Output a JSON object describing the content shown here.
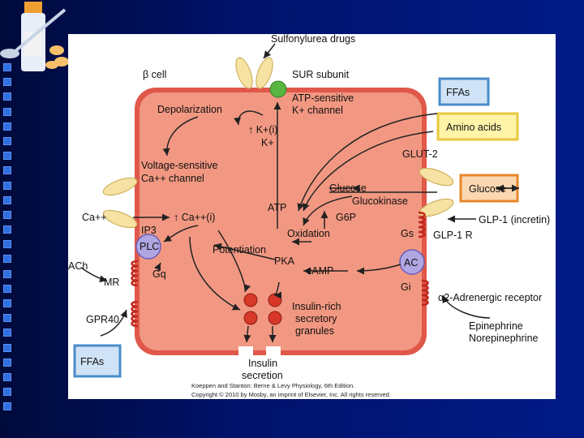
{
  "slide": {
    "background": "#00126a",
    "square_color": "#2f6fe0"
  },
  "icons": [
    "medicine-bottle-icon",
    "pills-icon",
    "spoon-icon"
  ],
  "diagram": {
    "top_label": "Sulfonylurea drugs",
    "cell_label": "β cell",
    "sur_subunit": "SUR subunit",
    "katp_line1": "ATP-sensitive",
    "katp_line2": "K+ channel",
    "depolarization": "Depolarization",
    "k_in": "↑ K+(i)",
    "k_plus": "K+",
    "vscc_line1": "Voltage-sensitive",
    "vscc_line2": "Ca++ channel",
    "atp": "ATP",
    "glucose_in": "Glucose",
    "glucokinase": "Glucokinase",
    "g6p": "G6P",
    "oxidation": "Oxidation",
    "glut2": "GLUT-2",
    "ffas_top": "FFAs",
    "amino_acids": "Amino acids",
    "glucose_box": "Glucose",
    "ca_out": "Ca++",
    "ca_in": "↑ Ca++(i)",
    "ip3": "IP3",
    "plc": "PLC",
    "gq": "Gq",
    "potentiation": "Potentiation",
    "pka": "PKA",
    "camp": "cAMP",
    "gs": "Gs",
    "ac": "AC",
    "gi": "Gi",
    "glp1": "GLP-1 (incretin)",
    "glp1r": "GLP-1 R",
    "alpha2": "α2-Adrenergic receptor",
    "ach": "ACh",
    "mr": "MR",
    "gpr40": "GPR40",
    "ffas_bottom": "FFAs",
    "insulin_granules_1": "Insulin-rich",
    "insulin_granules_2": "secretory",
    "insulin_granules_3": "granules",
    "insulin_secretion_1": "Insulin",
    "insulin_secretion_2": "secretion",
    "epinephrine": "Epinephrine",
    "norepinephrine": "Norepinephrine",
    "credit_1": "Koeppen and Stanton: Berne & Levy Physiology, 6th Edition.",
    "credit_2": "Copyright © 2010 by Mosby, an imprint of Elsevier, Inc. All rights reserved."
  }
}
